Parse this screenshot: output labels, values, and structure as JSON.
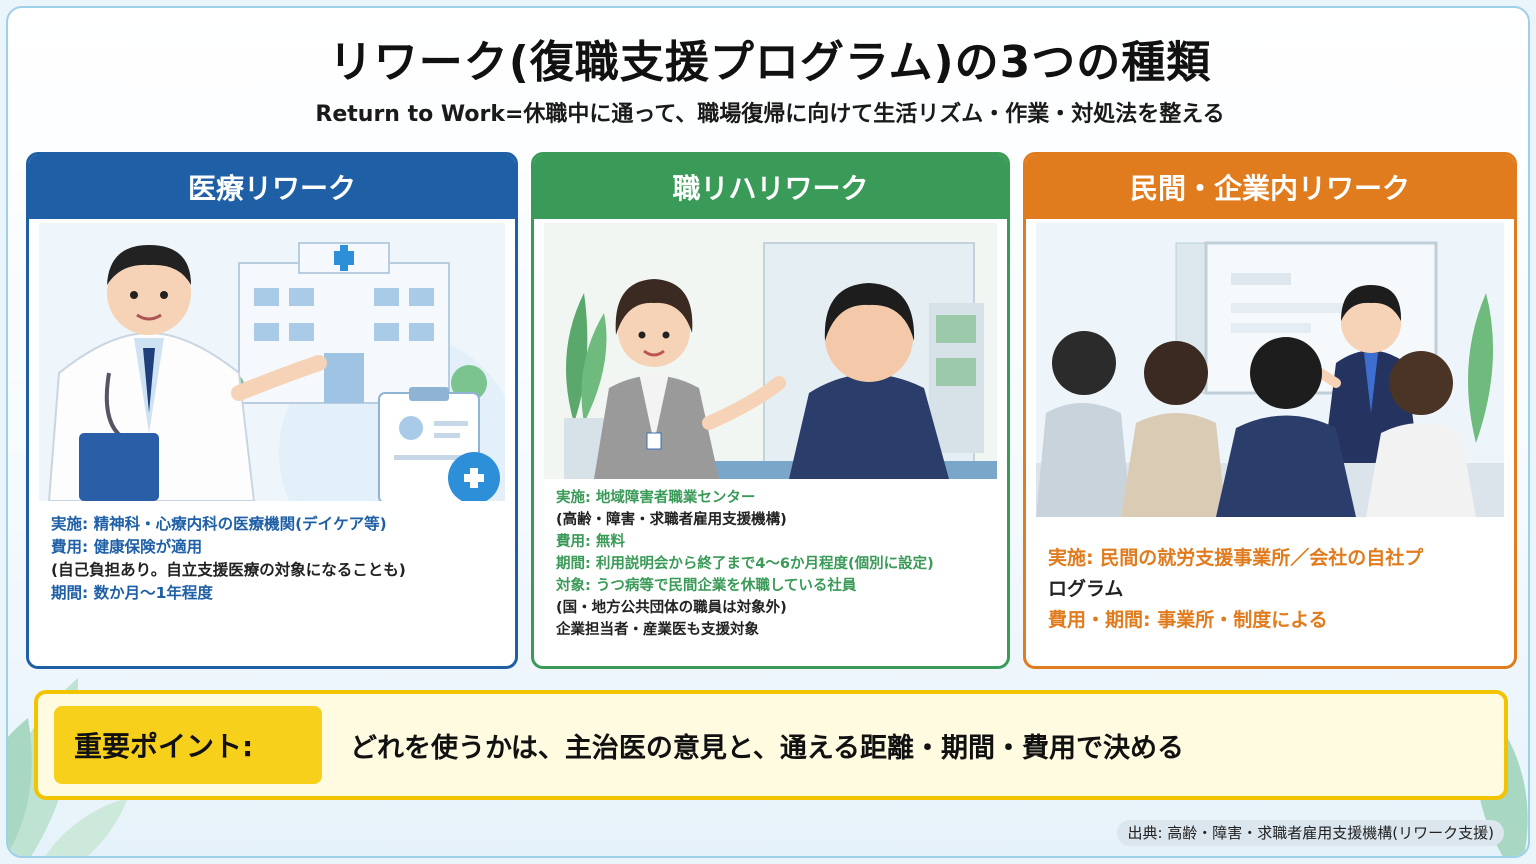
{
  "title": "リワーク(復職支援プログラム)の3つの種類",
  "subtitle": "Return to Work=休職中に通って、職場復帰に向けて生活リズム・作業・対処法を整える",
  "cards": [
    {
      "heading": "医療リワーク",
      "lines": [
        "実施: 精神科・心療内科の医療機関(デイケア等)",
        "費用: 健康保険が適用",
        "(自己負担あり。自立支援医療の対象になることも)",
        "期間: 数か月〜1年程度"
      ]
    },
    {
      "heading": "職リハリワーク",
      "lines": [
        "実施: 地域障害者職業センター",
        "(高齢・障害・求職者雇用支援機構)",
        "費用: 無料",
        "期間: 利用説明会から終了まで4〜6か月程度(個別に設定)",
        "対象: うつ病等で民間企業を休職している社員",
        "(国・地方公共団体の職員は対象外)",
        "企業担当者・産業医も支援対象"
      ]
    },
    {
      "heading": "民間・企業内リワーク",
      "lines": [
        "実施: 民間の就労支援事業所／会社の自社プ",
        "ログラム",
        "費用・期間: 事業所・制度による"
      ]
    }
  ],
  "key_point": {
    "label": "重要ポイント:",
    "text": "どれを使うかは、主治医の意見と、通える距離・期間・費用で決める"
  },
  "source": "出典: 高齢・障害・求職者雇用支援機構(リワーク支援)",
  "colors": {
    "medical": "#1f5fa6",
    "vocational": "#3a9a57",
    "private": "#e07b1e",
    "highlight": "#f2c400"
  }
}
